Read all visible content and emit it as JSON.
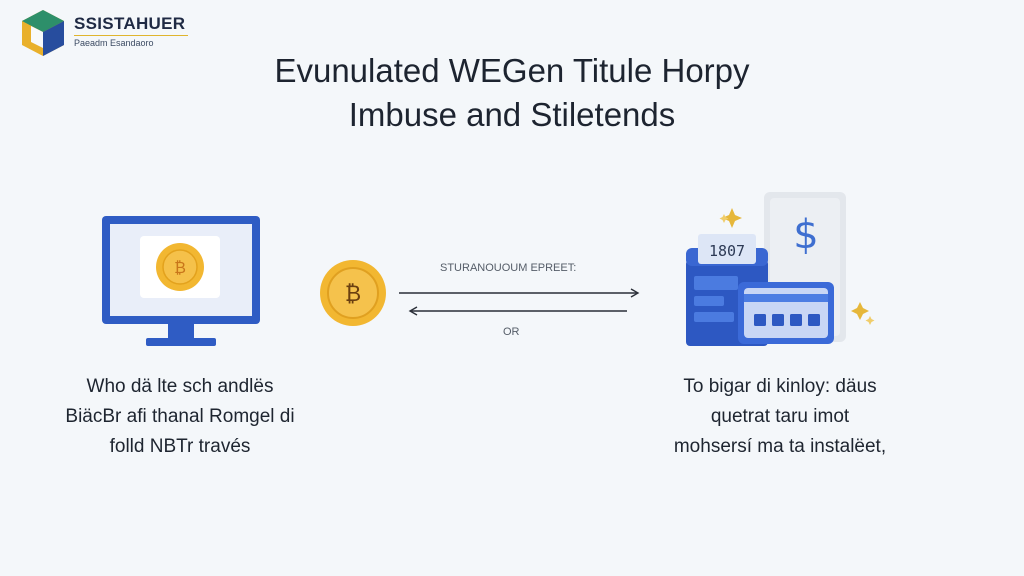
{
  "header": {
    "brand_name": "SSISTAHUER",
    "brand_tagline": "Paeadm Esandaoro"
  },
  "title": {
    "line1": "Evunulated WEGen Titule Horpy",
    "line2": "Imbuse and Stiletends"
  },
  "flow": {
    "top_label": "STURANOUOUM EPREET:",
    "bottom_label": "OR"
  },
  "left_caption": {
    "lines": [
      "Who dä lte sch andlës",
      "BiäcBr afi thanal Romgel di",
      "folld NBTr través"
    ]
  },
  "right_caption": {
    "lines": [
      "To bigar di kinloy: däus",
      "quetrat taru imot",
      "mohsersí ma ta instalëet,"
    ]
  },
  "illustration": {
    "card_number_text": "1807",
    "dollar_sign": "$",
    "coin_symbol": "₿",
    "icons": [
      "logo-cube-icon",
      "desktop-monitor-icon",
      "bitcoin-coin-icon",
      "bank-card-terminal-icon",
      "sparkle-icon"
    ]
  },
  "colors": {
    "monitor_blue": "#2f5cc4",
    "coin_gold": "#f2b731",
    "logo_blue": "#274d9e",
    "logo_gold": "#e9b02b",
    "background": "#f4f7fa"
  }
}
